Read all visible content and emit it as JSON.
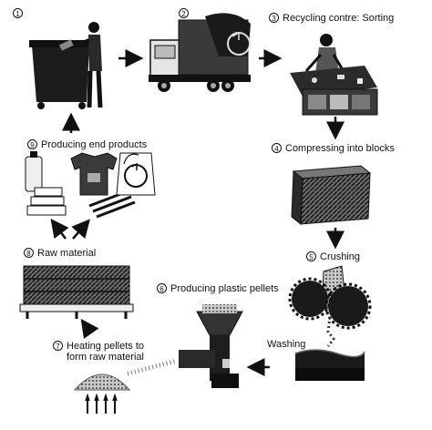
{
  "diagram": {
    "steps": [
      {
        "num": "1",
        "label": ""
      },
      {
        "num": "2",
        "label": ""
      },
      {
        "num": "3",
        "label": "Recycling contre: Sorting"
      },
      {
        "num": "4",
        "label": "Compressing into blocks"
      },
      {
        "num": "5",
        "label": "Crushing"
      },
      {
        "num": "6",
        "label": "Producing plastic pellets"
      },
      {
        "num": "7",
        "label": "Heating pellets to form raw material"
      },
      {
        "num": "8",
        "label": "Raw material"
      },
      {
        "num": "9",
        "label": "Producing end products"
      }
    ],
    "step7_line1": "Heating pellets to",
    "step7_line2": "form raw material",
    "washing_label": "Washing",
    "colors": {
      "ink": "#111111",
      "mid": "#555555",
      "light": "#9a9a9a",
      "background": "#ffffff"
    }
  }
}
